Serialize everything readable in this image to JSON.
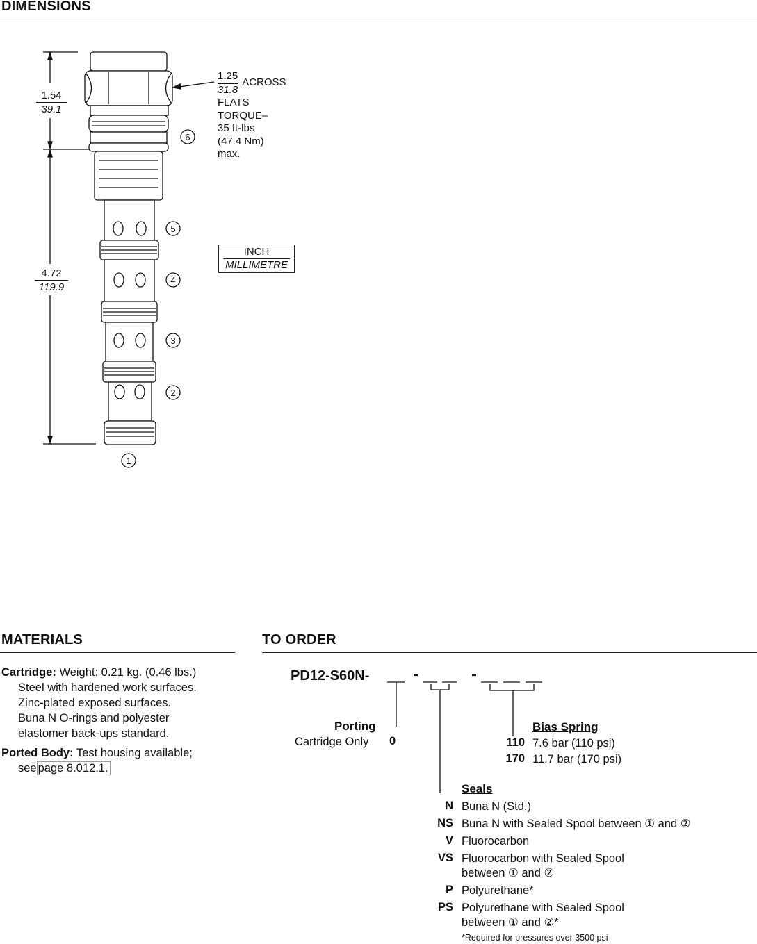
{
  "dimensions": {
    "title": "DIMENSIONS",
    "dim_upper": {
      "inch": "1.54",
      "mm": "39.1"
    },
    "dim_lower": {
      "inch": "4.72",
      "mm": "119.9"
    },
    "across_flats": {
      "inch": "1.25",
      "mm": "31.8",
      "text_across": "ACROSS",
      "lines": [
        "FLATS",
        "TORQUE–",
        "35 ft-lbs",
        "(47.4 Nm)",
        "max."
      ]
    },
    "units_box": {
      "top": "INCH",
      "bottom": "MILLIMETRE"
    },
    "port_labels": [
      "1",
      "2",
      "3",
      "4",
      "5",
      "6"
    ]
  },
  "materials": {
    "title": "MATERIALS",
    "cartridge_label": "Cartridge:",
    "cartridge_lines": [
      "Weight: 0.21 kg. (0.46 lbs.)",
      "Steel with hardened work surfaces.",
      "Zinc-plated exposed surfaces.",
      "Buna N O-rings and polyester",
      "elastomer back-ups standard."
    ],
    "ported_body_label": "Ported Body:",
    "ported_body_line1": "Test housing available;",
    "ported_body_see": "see",
    "ported_body_link": "page 8.012.1."
  },
  "to_order": {
    "title": "TO ORDER",
    "model_code": "PD12-S60N-",
    "porting": {
      "heading": "Porting",
      "desc": "Cartridge Only",
      "code": "0"
    },
    "bias_spring": {
      "heading": "Bias Spring",
      "options": [
        {
          "code": "110",
          "desc": "7.6 bar (110 psi)"
        },
        {
          "code": "170",
          "desc": "11.7 bar (170 psi)"
        }
      ]
    },
    "seals": {
      "heading": "Seals",
      "options": [
        {
          "code": "N",
          "desc": "Buna N (Std.)"
        },
        {
          "code": "NS",
          "desc": "Buna N with Sealed Spool between ① and ②"
        },
        {
          "code": "V",
          "desc": "Fluorocarbon"
        },
        {
          "code": "VS",
          "desc": "Fluorocarbon with Sealed Spool",
          "desc2": "between ① and ②"
        },
        {
          "code": "P",
          "desc": "Polyurethane*"
        },
        {
          "code": "PS",
          "desc": "Polyurethane with Sealed Spool",
          "desc2": "between ① and ②*"
        }
      ],
      "footnote": "*Required for pressures over 3500 psi"
    }
  }
}
